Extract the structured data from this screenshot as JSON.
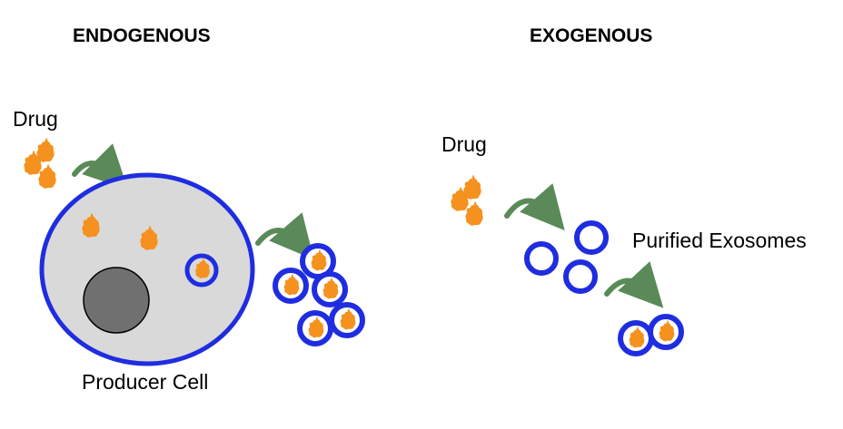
{
  "headings": {
    "endogenous": "ENDOGENOUS",
    "exogenous": "EXOGENOUS"
  },
  "labels": {
    "drug_left": "Drug",
    "drug_right": "Drug",
    "producer_cell": "Producer Cell",
    "purified_exosomes": "Purified Exosomes"
  },
  "colors": {
    "membrane_blue": "#1f2de0",
    "cell_fill": "#d9d9d9",
    "nucleus_fill": "#707070",
    "drug_orange": "#f5911e",
    "arrow_green": "#5a8a58"
  }
}
